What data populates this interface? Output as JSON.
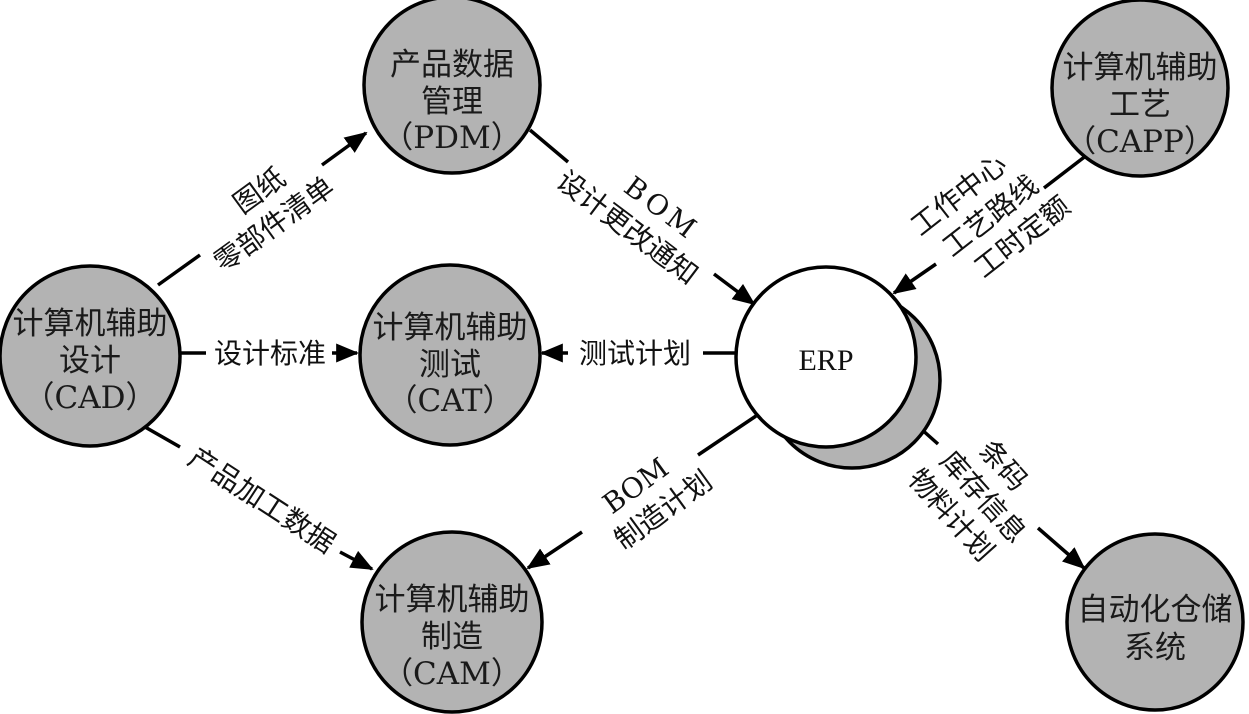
{
  "diagram": {
    "title": "",
    "nodes": {
      "cad": {
        "lines": [
          "计算机辅助",
          "设计",
          "（CAD）"
        ]
      },
      "pdm": {
        "lines": [
          "产品数据",
          "管理",
          "（PDM）"
        ]
      },
      "cat": {
        "lines": [
          "计算机辅助",
          "测试",
          "（CAT）"
        ]
      },
      "cam": {
        "lines": [
          "计算机辅助",
          "制造",
          "（CAM）"
        ]
      },
      "erp": {
        "lines": [
          "ERP"
        ]
      },
      "capp": {
        "lines": [
          "计算机辅助",
          "工艺",
          "（CAPP）"
        ]
      },
      "warehouse": {
        "lines": [
          "自动化仓储",
          "系统"
        ]
      }
    },
    "edges": {
      "cad_to_pdm": {
        "from": "CAD",
        "to": "PDM",
        "lines": [
          "图纸",
          "零部件清单"
        ]
      },
      "cad_to_cat": {
        "from": "CAD",
        "to": "CAT",
        "lines": [
          "设计标准"
        ]
      },
      "cad_to_cam": {
        "from": "CAD",
        "to": "CAM",
        "lines": [
          "产品加工数据"
        ]
      },
      "pdm_to_erp": {
        "from": "PDM",
        "to": "ERP",
        "lines": [
          "BOM",
          "设计更改通知"
        ]
      },
      "erp_to_cat": {
        "from": "ERP",
        "to": "CAT",
        "lines": [
          "测试计划"
        ]
      },
      "erp_to_cam": {
        "from": "ERP",
        "to": "CAM",
        "lines": [
          "BOM",
          "制造计划"
        ]
      },
      "capp_to_erp": {
        "from": "CAPP",
        "to": "ERP",
        "lines": [
          "工作中心",
          "工艺路线",
          "工时定额"
        ]
      },
      "erp_to_warehouse": {
        "from": "ERP",
        "to": "自动化仓储系统",
        "lines": [
          "条码",
          "库存信息",
          "物料计划"
        ]
      }
    },
    "colors": {
      "node_fill": "#b3b3b3",
      "erp_fill": "#ffffff",
      "stroke": "#000000"
    }
  }
}
